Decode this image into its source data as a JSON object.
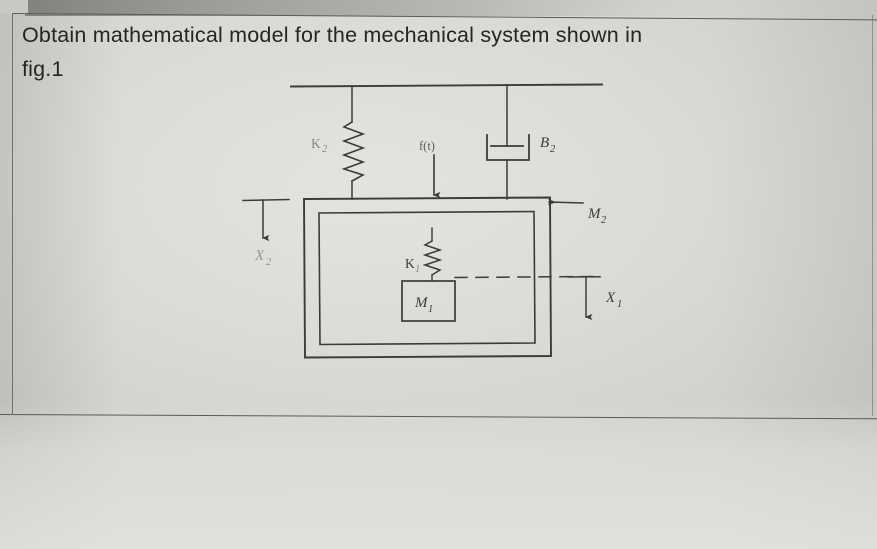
{
  "document": {
    "type": "scanned-worksheet",
    "question": {
      "line1": "Obtain mathematical model for the mechanical system shown in",
      "line2": "fig.1"
    }
  },
  "figure": {
    "name": "fig.1",
    "caption_reference": "fig.1",
    "description": "Two-degree-of-freedom mechanical system: mass M2 suspended from a fixed ceiling by spring K2 and damper B2, with mass M1 suspended inside M2 by spring K1. Force f(t) applied downward on M2.",
    "labels": {
      "spring_outer": "K",
      "spring_outer_sub": "2",
      "spring_inner": "K",
      "spring_inner_sub": "1",
      "damper": "B",
      "damper_sub": "2",
      "mass_outer": "M",
      "mass_outer_sub": "2",
      "mass_inner": "M",
      "mass_inner_sub": "1",
      "force": "f(t)",
      "displacement_outer": "X",
      "displacement_outer_sub": "2",
      "displacement_inner": "X",
      "displacement_inner_sub": "1"
    },
    "elements": {
      "ceiling": "fixed-support-line",
      "outer_body": "mass-M2-outer-frame",
      "inner_body": "mass-M2-inner-frame",
      "mass_block": "mass-M1-block",
      "force_arrow": "downward-force-arrow",
      "x1_arrow": "downward-displacement-arrow-x1",
      "x2_arrow": "downward-displacement-arrow-x2",
      "m2_arrow": "leftward-pointer-arrow-m2",
      "reference_line": "horizontal-dashed-reference-line"
    }
  },
  "colors": {
    "ink": "#24242a",
    "diagram_ink": "#3b3b3f",
    "paper": "#dcdbd6",
    "rule_line": "#5b5b58"
  }
}
